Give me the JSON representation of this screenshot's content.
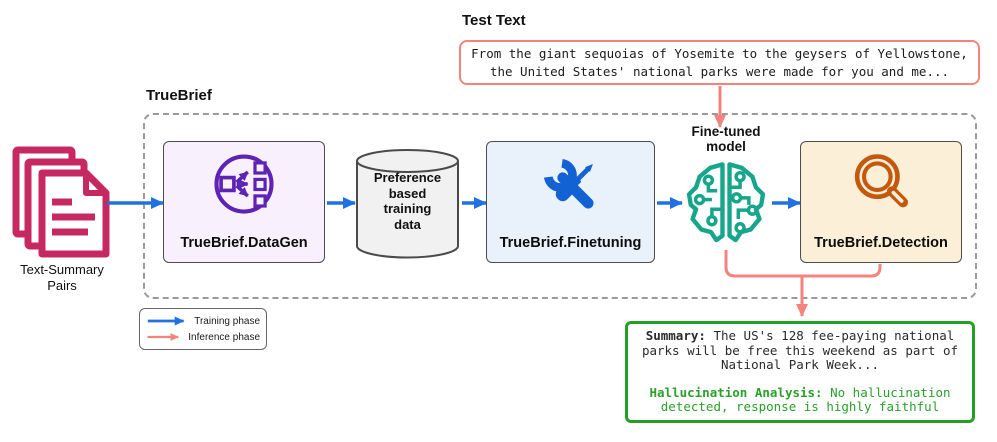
{
  "diagram": {
    "title": "TrueBrief",
    "test_text": {
      "label": "Test Text",
      "line1": "From the giant sequoias of Yosemite to the geysers of Yellowstone,",
      "line2": "the United States' national parks were made for you and me..."
    },
    "input": {
      "label_line1": "Text-Summary",
      "label_line2": "Pairs"
    },
    "nodes": {
      "datagen": {
        "label": "TrueBrief.DataGen"
      },
      "training_data": {
        "line1": "Preference",
        "line2": "based",
        "line3": "training",
        "line4": "data"
      },
      "finetuning": {
        "label": "TrueBrief.Finetuning"
      },
      "model": {
        "label_line1": "Fine-tuned",
        "label_line2": "model"
      },
      "detection": {
        "label": "TrueBrief.Detection"
      }
    },
    "legend": {
      "training": "Training phase",
      "inference": "Inference phase"
    },
    "output": {
      "line1_bold": "Summary:",
      "line1_rest": " The US's 128 fee-paying national",
      "line2": "parks will be free this weekend as part of",
      "line3": "National Park Week...",
      "line4_bold": "Hallucination Analysis:",
      "line4_rest": " No hallucination",
      "line5": "detected, response is highly faithful"
    },
    "colors": {
      "magenta": "#C62960",
      "arrow_blue": "#2271E3",
      "tool_blue": "#1262D4",
      "purple": "#5D23B5",
      "teal": "#17A68B",
      "orange": "#C3590F",
      "salmon": "#F5837D",
      "green": "#22A222"
    }
  }
}
